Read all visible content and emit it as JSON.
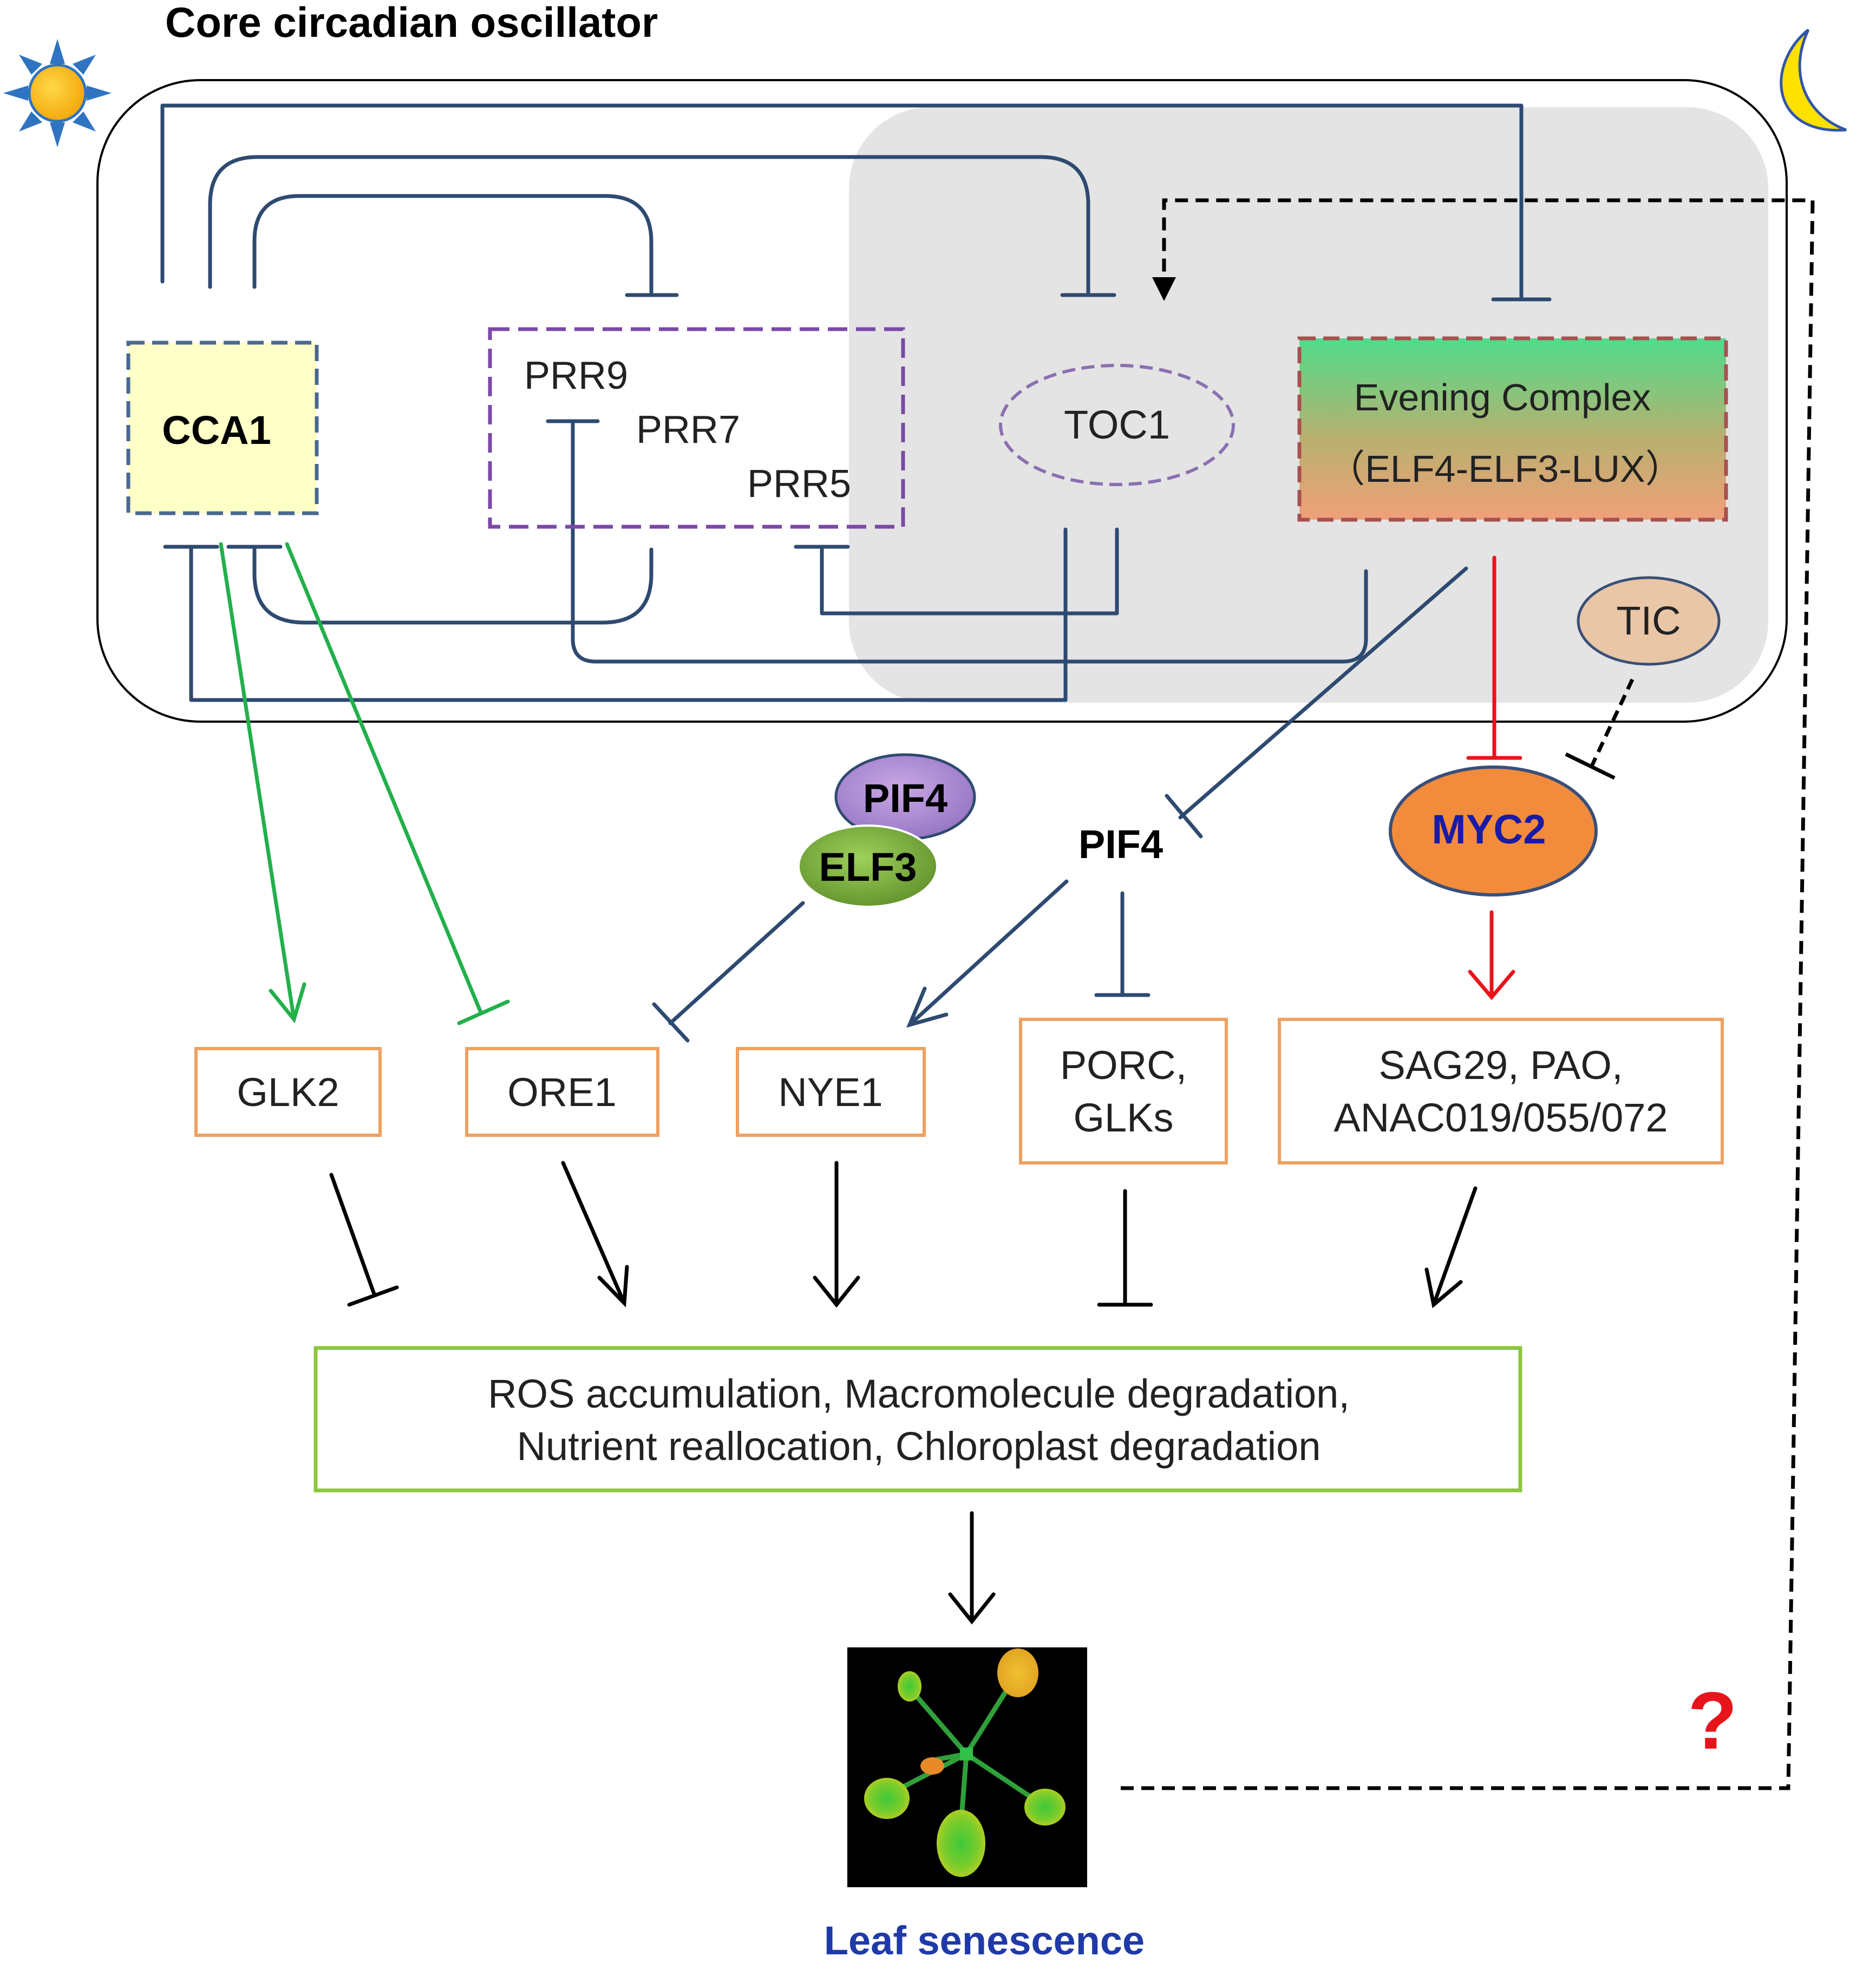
{
  "title": "Core circadian oscillator",
  "nodes": {
    "cca1": "CCA1",
    "prr9": "PRR9",
    "prr7": "PRR7",
    "prr5": "PRR5",
    "toc1": "TOC1",
    "ec_line1": "Evening Complex",
    "ec_line2": "（ELF4-ELF3-LUX）",
    "tic": "TIC",
    "myc2": "MYC2",
    "pif4": "PIF4",
    "pif4_complex": "PIF4",
    "elf3_complex": "ELF3",
    "glk2": "GLK2",
    "ore1": "ORE1",
    "nye1": "NYE1",
    "porc_line1": "PORC,",
    "porc_line2": "GLKs",
    "sag_line1": "SAG29, PAO,",
    "sag_line2": "ANAC019/055/072",
    "process_line1": "ROS accumulation, Macromolecule degradation,",
    "process_line2": "Nutrient reallocation, Chloroplast degradation",
    "question": "?",
    "outcome": "Leaf senescence"
  },
  "colors": {
    "clock_blue": "#2e4a70",
    "green": "#22b04b",
    "red": "#e8141b",
    "orange_box": "#f0a060",
    "process_box": "#8dc63f",
    "myc2_fill": "#f28c3c",
    "myc2_text": "#1a1aa8",
    "outcome_text": "#1f3aa8",
    "gray_region": "#e4e4e4"
  },
  "icons": [
    "sun-icon",
    "moon-icon",
    "plant-rosette-image"
  ]
}
